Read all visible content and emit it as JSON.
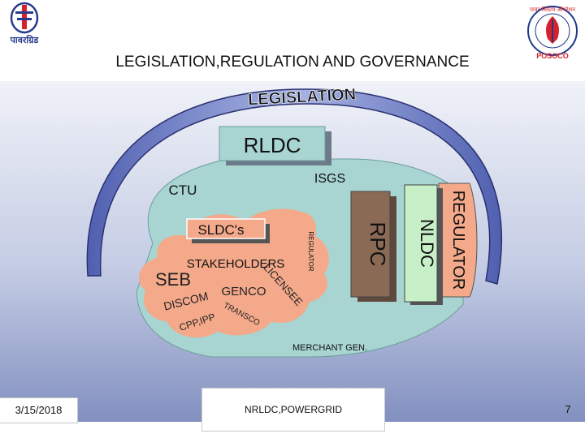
{
  "slide": {
    "title": "LEGISLATION,REGULATION AND GOVERNANCE",
    "left_logo_text": "पावरग्रिड",
    "right_logo_text_top": "पावर सिस्टम ऑपरेशन",
    "right_logo_text_bottom": "POSOCO"
  },
  "diagram": {
    "legislation": "LEGISLATION",
    "rldc": "RLDC",
    "ctu": "CTU",
    "isgs": "ISGS",
    "rpc": "RPC",
    "nldc": "NLDC",
    "regulator": "REGULATOR",
    "regulator_small": "REGULATOR",
    "sldc": "SLDC's",
    "stakeholders": "STAKEHOLDERS",
    "seb": "SEB",
    "discom": "DISCOM",
    "genco": "GENCO",
    "licensee": "LICENSEE",
    "transco": "TRANSCO",
    "cpp_ipp": "CPP,IPP",
    "merchant_gen": "MERCHANT GEN."
  },
  "footer": {
    "date": "3/15/2018",
    "center": "NRLDC,POWERGRID",
    "page": "7"
  },
  "colors": {
    "background_gradient_top": "#e6eaf4",
    "background_gradient_bottom": "#8c9bc8",
    "teal_region": "#a8d4d2",
    "cloud": "#f4a98a",
    "rpc_box": "#8a6a55",
    "nldc_box": "#c8f0c8",
    "regulator_shape": "#f4a98a",
    "rldc_box": "#a8d4d2"
  }
}
